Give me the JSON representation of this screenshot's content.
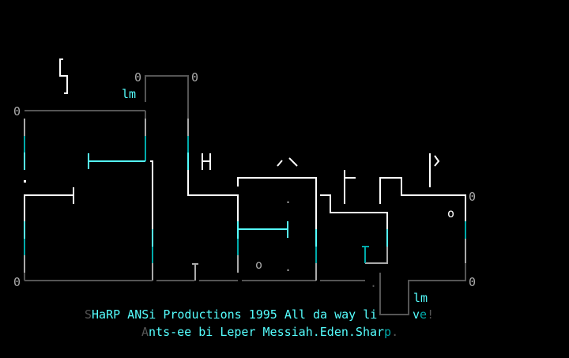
{
  "art": {
    "labels": {
      "lm_top": "lm",
      "lm_bottom": "lm",
      "zero": "0",
      "o": "o",
      "dot": ".",
      "letter_h": "H",
      "letter_a": "/\\",
      "letter_p": "|)"
    },
    "credits": {
      "line1_first": "S",
      "line1_rest": "HaRP ANSi Productions 1995 All da way li",
      "line1_tail_v": "v",
      "line1_tail_e": "e",
      "line1_tail_bang": "!",
      "line2_first": "A",
      "line2_rest": "nts-ee bi Leper Messiah.Eden.Shar",
      "line2_p": "p",
      "line2_dot": "."
    },
    "colors": {
      "cyan": "#55ffff",
      "dark_cyan": "#00aaaa",
      "gray": "#555555",
      "light_gray": "#aaaaaa",
      "white": "#ffffff"
    }
  }
}
